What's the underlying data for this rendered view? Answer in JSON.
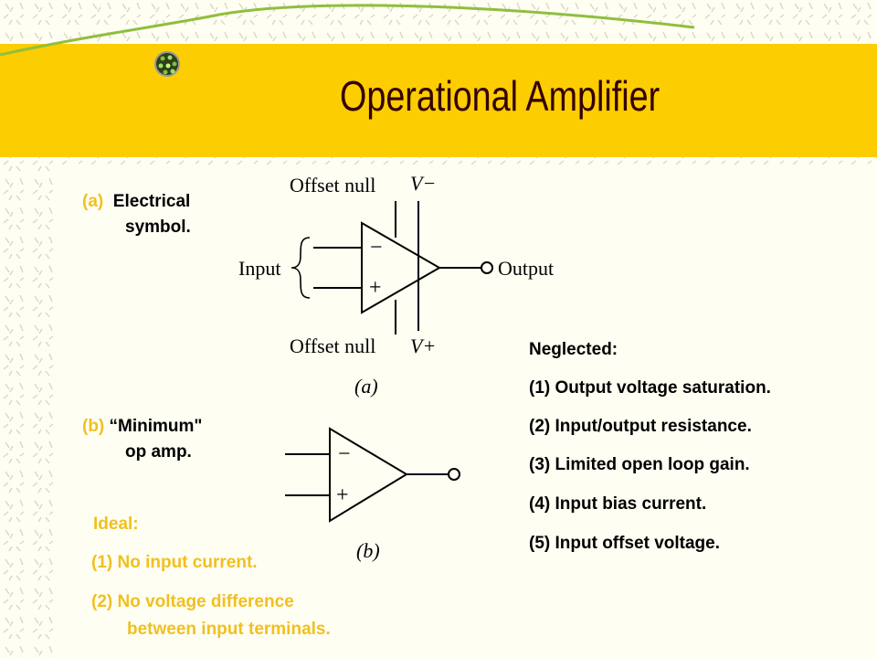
{
  "title": "Operational Amplifier",
  "colors": {
    "band": "#fccd00",
    "title": "#330000",
    "accent": "#f0c020",
    "background": "#fffef3"
  },
  "section_a": {
    "tag": "(a)",
    "line1": "Electrical",
    "line2": "symbol."
  },
  "symbol_a": {
    "offset_null_top": "Offset null",
    "vminus": "V−",
    "input": "Input",
    "output": "Output",
    "offset_null_bottom": "Offset null",
    "vplus": "V+",
    "minus_sign": "−",
    "plus_sign": "+",
    "caption": "(a)"
  },
  "section_b": {
    "tag": "(b)",
    "line1": "“Minimum\"",
    "line2": "op amp."
  },
  "symbol_b": {
    "minus_sign": "−",
    "plus_sign": "+",
    "caption": "(b)"
  },
  "ideal": {
    "heading": "Ideal:",
    "items": [
      "(1) No input current.",
      "(2) No voltage difference",
      "between input terminals."
    ]
  },
  "neglected": {
    "heading": "Neglected:",
    "items": [
      "(1) Output voltage saturation.",
      "(2) Input/output resistance.",
      "(3) Limited open loop gain.",
      "(4) Input bias current.",
      "(5) Input offset voltage."
    ]
  }
}
